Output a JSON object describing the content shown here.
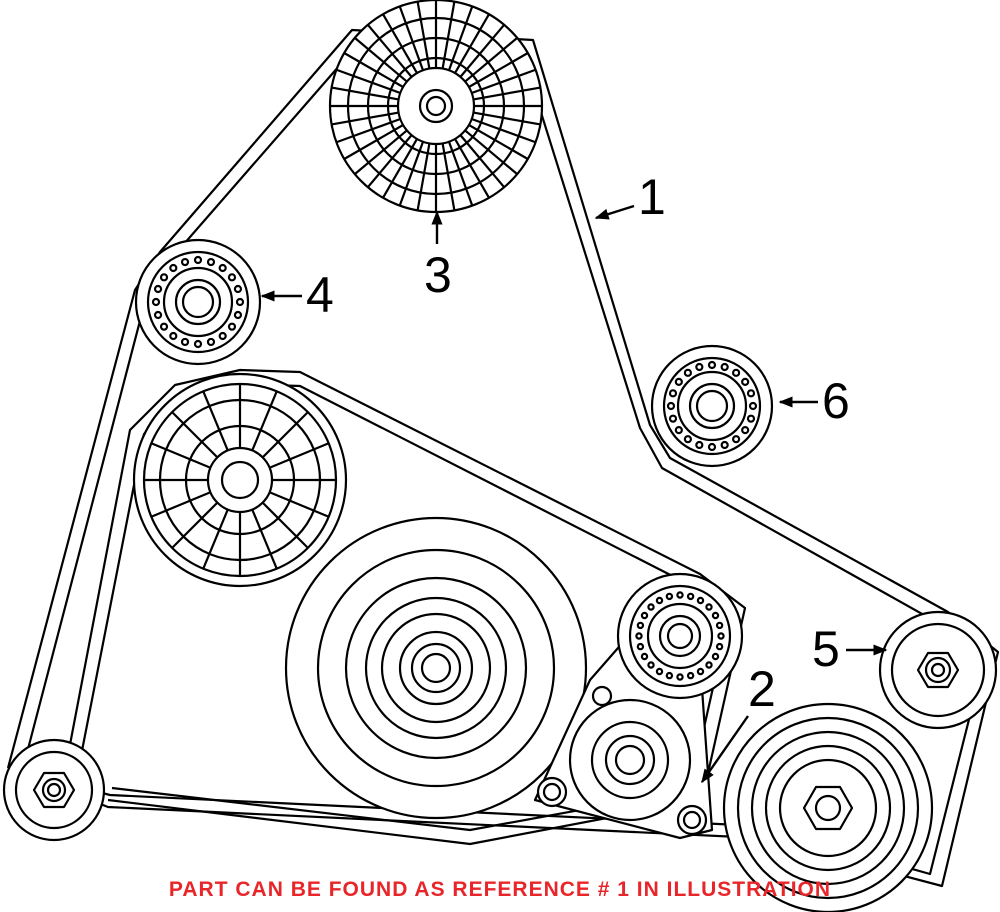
{
  "callouts": [
    {
      "id": "1",
      "label": "1"
    },
    {
      "id": "2",
      "label": "2"
    },
    {
      "id": "3",
      "label": "3"
    },
    {
      "id": "4",
      "label": "4"
    },
    {
      "id": "5",
      "label": "5"
    },
    {
      "id": "6",
      "label": "6"
    }
  ],
  "footer": {
    "note": "PART CAN BE FOUND AS REFERENCE # 1 IN ILLUSTRATION"
  },
  "colors": {
    "line": "#000000",
    "note": "#e8262a"
  }
}
